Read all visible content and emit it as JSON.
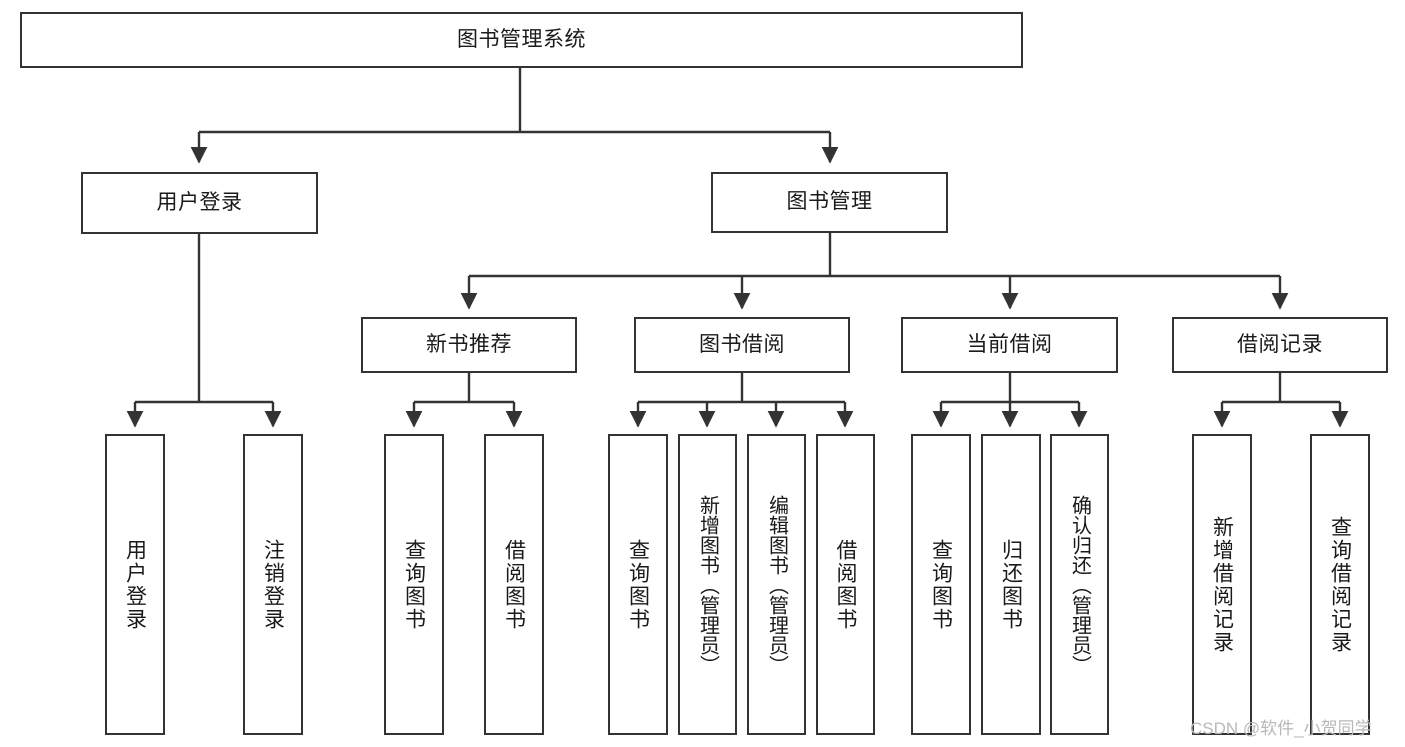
{
  "diagram": {
    "title": "图书管理系统",
    "type": "tree-hierarchy-chart",
    "stroke_color": "#333333",
    "background_color": "#ffffff",
    "text_color": "#1a1a1a",
    "root": {
      "label": "图书管理系统"
    },
    "level2": [
      {
        "label": "用户登录"
      },
      {
        "label": "图书管理"
      }
    ],
    "level3": [
      {
        "label": "新书推荐"
      },
      {
        "label": "图书借阅"
      },
      {
        "label": "当前借阅"
      },
      {
        "label": "借阅记录"
      }
    ],
    "leaves": {
      "user_login": [
        {
          "label": "用户登录"
        },
        {
          "label": "注销登录"
        }
      ],
      "new_book_recommend": [
        {
          "label": "查询图书"
        },
        {
          "label": "借阅图书"
        }
      ],
      "book_borrow": [
        {
          "label": "查询图书"
        },
        {
          "label": "新增图书（管理员）"
        },
        {
          "label": "编辑图书（管理员）"
        },
        {
          "label": "借阅图书"
        }
      ],
      "current_borrow": [
        {
          "label": "查询图书"
        },
        {
          "label": "归还图书"
        },
        {
          "label": "确认归还（管理员）"
        }
      ],
      "borrow_record": [
        {
          "label": "新增借阅记录"
        },
        {
          "label": "查询借阅记录"
        }
      ]
    }
  },
  "watermark": {
    "text": "CSDN @软件_小贺同学"
  }
}
